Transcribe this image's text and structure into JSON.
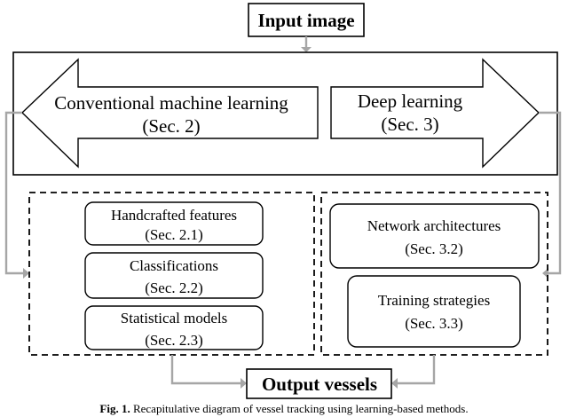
{
  "input_node": "Input image",
  "conventional": {
    "title": "Conventional machine learning",
    "section": "(Sec. 2)"
  },
  "deep": {
    "title": "Deep learning",
    "section": "(Sec. 3)"
  },
  "conventional_boxes": [
    {
      "title": "Handcrafted features",
      "section": "(Sec. 2.1)"
    },
    {
      "title": "Classifications",
      "section": "(Sec. 2.2)"
    },
    {
      "title": "Statistical models",
      "section": "(Sec. 2.3)"
    }
  ],
  "deep_boxes": [
    {
      "title": "Network architectures",
      "section": "(Sec. 3.2)"
    },
    {
      "title": "Training strategies",
      "section": "(Sec. 3.3)"
    }
  ],
  "output_node": "Output vessels",
  "caption": {
    "label": "Fig. 1.",
    "text": "Recapitulative diagram of vessel tracking using learning-based methods."
  },
  "colors": {
    "connector": "#a6a6a6",
    "stroke": "#000000"
  }
}
